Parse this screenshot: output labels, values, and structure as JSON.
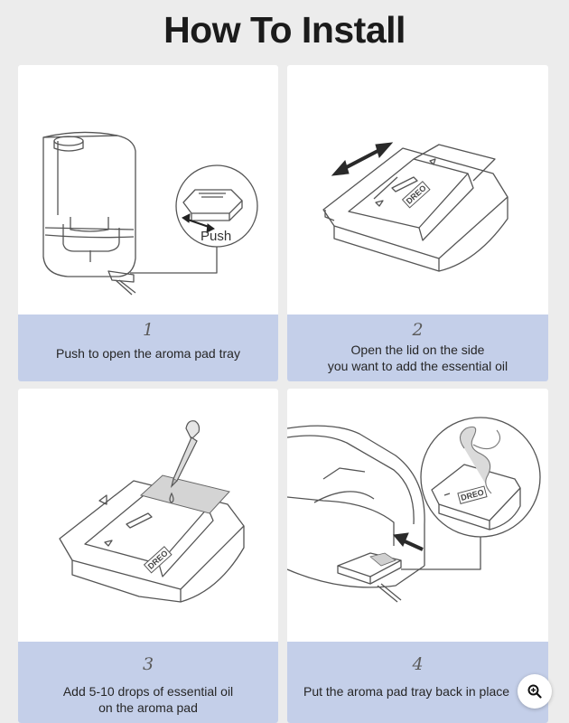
{
  "title": "How To Install",
  "steps": [
    {
      "number": "1",
      "lines": [
        "Push to open the aroma pad tray"
      ],
      "callout": "Push"
    },
    {
      "number": "2",
      "lines": [
        "Open the lid on the side",
        "you want to add the essential oil"
      ]
    },
    {
      "number": "3",
      "lines": [
        "Add 5-10 drops of essential oil",
        "on the aroma pad"
      ]
    },
    {
      "number": "4",
      "lines": [
        "Put the aroma pad tray back in place"
      ]
    }
  ],
  "brand_logo": "DREO",
  "zoom_button": {
    "icon": "zoom-in-icon"
  },
  "colors": {
    "background": "#ececec",
    "caption_band": "#c4cfe9",
    "card": "#ffffff",
    "title": "#1b1b1b"
  }
}
